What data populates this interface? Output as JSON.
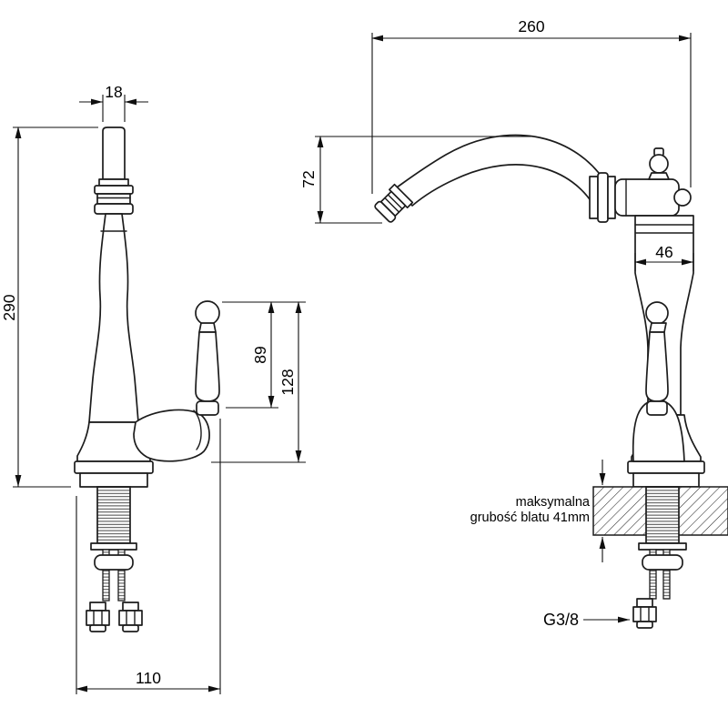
{
  "drawing": {
    "front_view": {
      "dim_spout_width_mm": "18",
      "dim_total_height_mm": "290",
      "dim_handle_height_mm": "89",
      "dim_handle_overall_mm": "128",
      "dim_base_width_mm": "110"
    },
    "side_view": {
      "dim_spout_reach_mm": "260",
      "dim_spout_drop_mm": "72",
      "dim_body_width_mm": "46",
      "countertop_note_line1": "maksymalna",
      "countertop_note_line2": "grubość blatu 41mm",
      "thread_size_label": "G3/8"
    }
  }
}
